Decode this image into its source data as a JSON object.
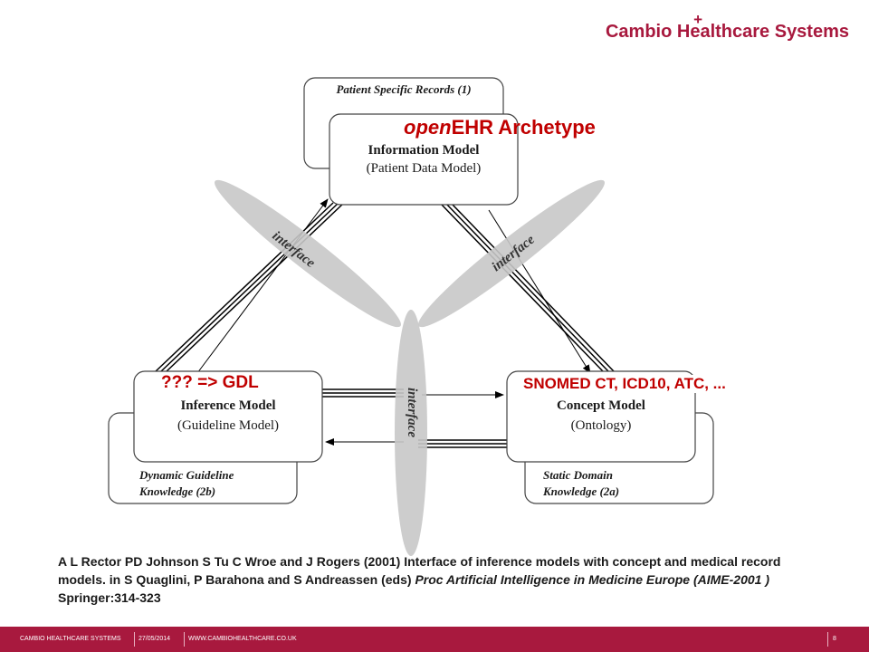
{
  "brand": {
    "name": "Cambio",
    "plus": "+",
    "rest": "Healthcare Systems",
    "color": "#a8193e"
  },
  "diagram": {
    "boxes": {
      "patient_records": "Patient Specific Records (1)",
      "information_model_title": "Information Model",
      "information_model_sub": "(Patient Data Model)",
      "inference_model_title": "Inference Model",
      "inference_model_sub": "(Guideline Model)",
      "concept_model_title": "Concept Model",
      "concept_model_sub": "(Ontology)",
      "dynamic_knowledge_line1": "Dynamic Guideline",
      "dynamic_knowledge_line2": "Knowledge (2b)",
      "static_knowledge_line1": "Static Domain",
      "static_knowledge_line2": "Knowledge  (2a)"
    },
    "interfaces": [
      "interface",
      "interface",
      "interface"
    ],
    "annotations": {
      "archetype_italic": "open",
      "archetype_rest": "EHR Archetype",
      "gdl": "??? => GDL",
      "terminologies": "SNOMED CT, ICD10, ATC, ..."
    },
    "annotation_color": "#c00000"
  },
  "citation": {
    "part1": "A L Rector PD Johnson S Tu C Wroe and J Rogers (2001) Interface of inference models with concept and medical record models. in S Quaglini, P Barahona and S Andreassen (eds) ",
    "italic": "Proc Artificial Intelligence in Medicine Europe (AIME-2001 )",
    "part2": " Springer:314-323"
  },
  "footer": {
    "company": "CAMBIO HEALTHCARE SYSTEMS",
    "date": "27/05/2014",
    "website": "WWW.CAMBIOHEALTHCARE.CO.UK",
    "page": "8"
  }
}
